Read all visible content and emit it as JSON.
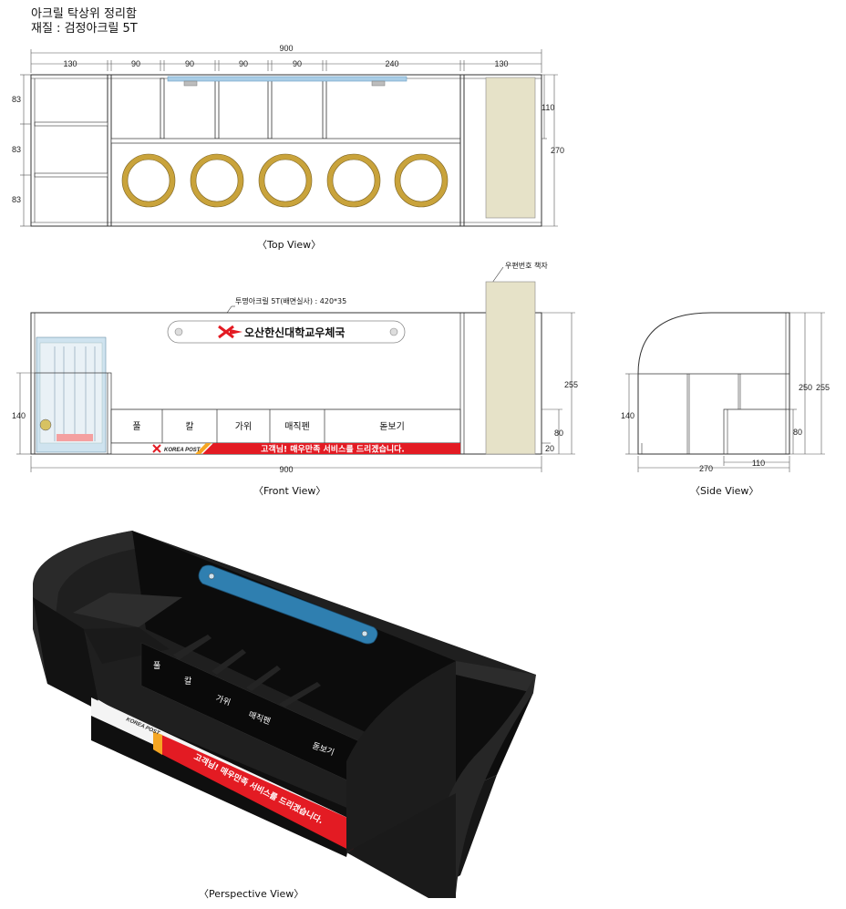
{
  "header": {
    "title": "아크릴 탁상위 정리함",
    "material": "재질 : 검정아크릴 5T"
  },
  "top_view": {
    "caption": "〈Top View〉",
    "dim_total": "900",
    "dims_top": [
      "130",
      "90",
      "90",
      "90",
      "90",
      "240",
      "130"
    ],
    "dims_left": [
      "83",
      "83",
      "83"
    ],
    "dim_right_inner": "110",
    "dim_right_outer": "270"
  },
  "front_view": {
    "caption": "〈Front View〉",
    "callout_acrylic": "투명아크릴 5T(배면실사) : 420*35",
    "callout_zip": "우편번호 책자",
    "logo_text": "오산한신대학교우체국",
    "compartments": [
      "풀",
      "칼",
      "가위",
      "매직펜",
      "돋보기"
    ],
    "brand": "KOREA POST",
    "slogan": "고객님! 매우만족 서비스를 드리겠습니다.",
    "dim_left": "140",
    "dim_right_255": "255",
    "dim_right_80": "80",
    "dim_right_20": "20",
    "dim_bottom": "900"
  },
  "side_view": {
    "caption": "〈Side View〉",
    "dim_left": "140",
    "dim_80": "80",
    "dim_250": "250",
    "dim_255": "255",
    "dim_270": "270",
    "dim_110": "110"
  },
  "perspective_view": {
    "caption": "〈Perspective View〉",
    "labels": [
      "풀",
      "칼",
      "가위",
      "매직펜",
      "돋보기"
    ],
    "slogan": "고객님! 매우만족 서비스를 드리겠습니다.",
    "brand": "KOREA POST"
  },
  "colors": {
    "ring": "#c9a33b",
    "beige": "#e6e2c8",
    "red": "#e31b23",
    "blue": "#2f7fb0",
    "box": "#151515"
  }
}
